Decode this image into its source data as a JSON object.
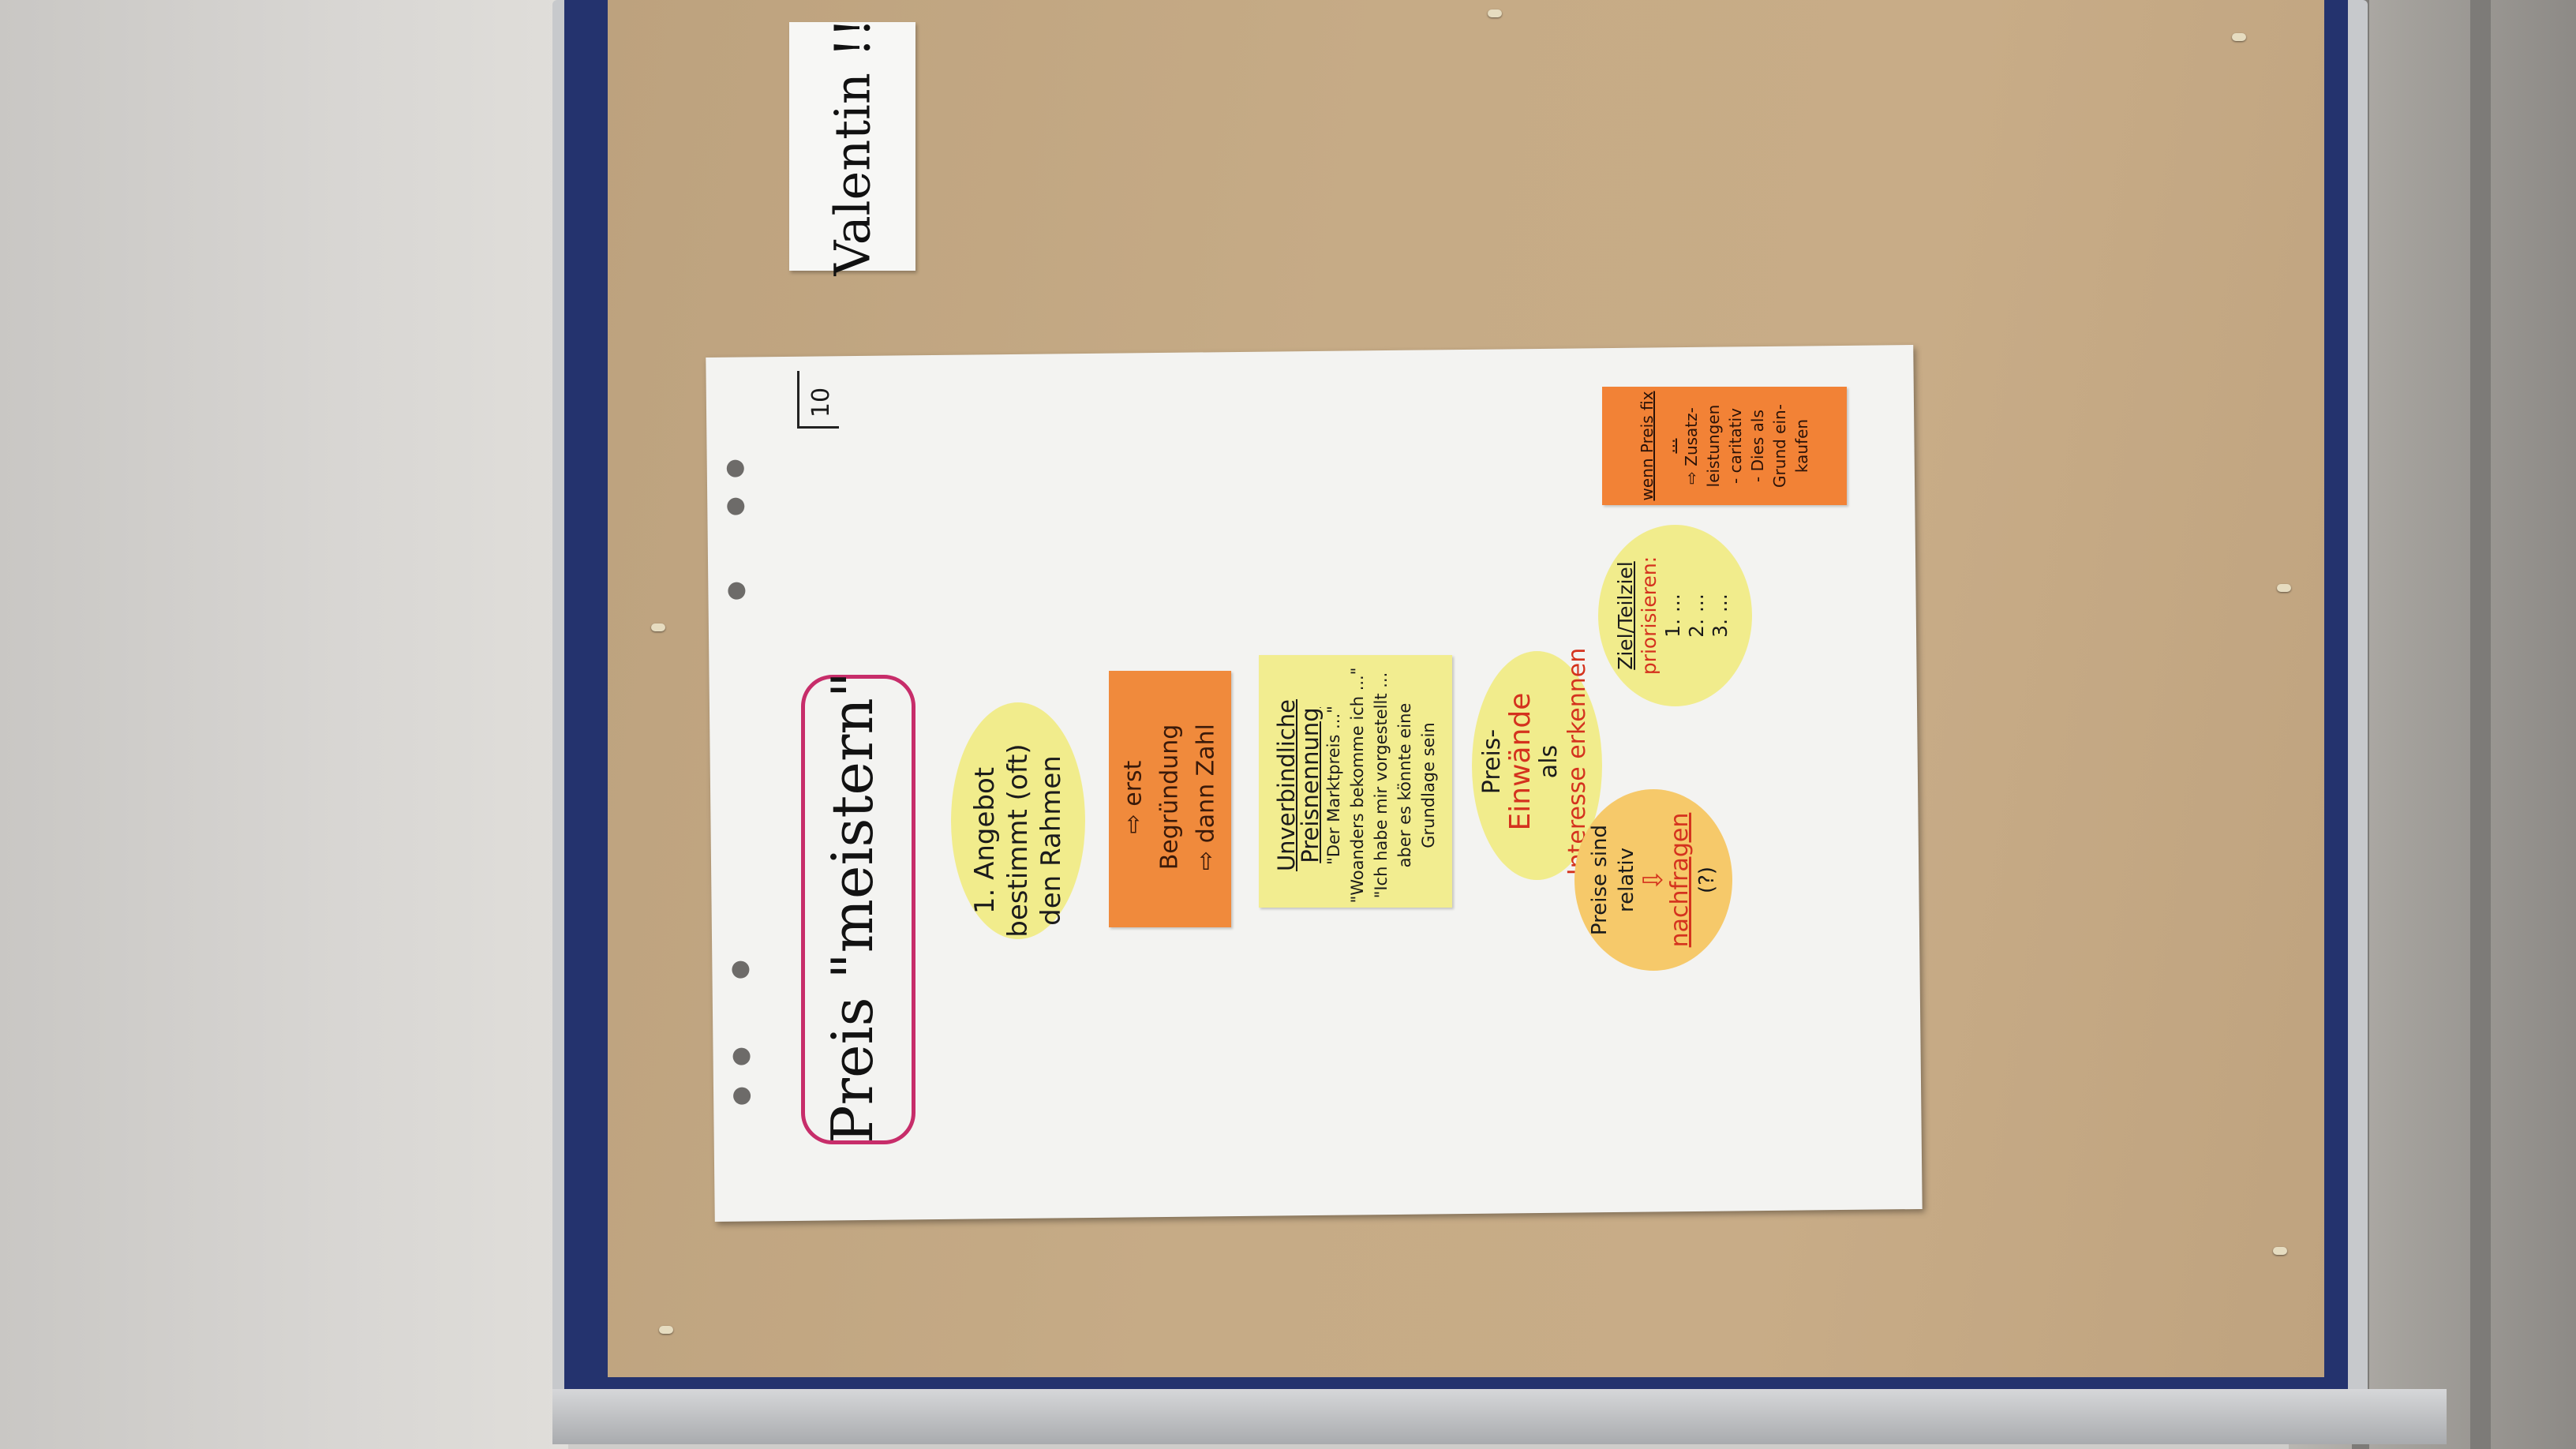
{
  "namecard": {
    "text": "Valentin !!"
  },
  "flipchart": {
    "page_number": "10",
    "title": "Preis \"meistern\"",
    "cards": {
      "angebot": {
        "text": "1. Angebot bestimmt (oft) den Rahmen"
      },
      "begruendung": {
        "line1": "⇨ erst Begründung",
        "line2": "⇨ dann Zahl"
      },
      "preisnennung": {
        "heading": "Unverbindliche Preisnennung",
        "line1": "\"Der Marktpreis ...\"",
        "line2": "\"Woanders bekomme ich ...\"",
        "line3": "\"Ich habe mir vorgestellt ... aber es könnte eine Grundlage sein"
      },
      "einwaende": {
        "line1": "Preis-",
        "line2": "Einwände",
        "line3": "als",
        "line4": "Interesse erkennen"
      },
      "relativ": {
        "line1": "Preise sind relativ",
        "line2": "⇩",
        "line3": "nachfragen",
        "line4": "(?)"
      },
      "ziel": {
        "line1": "Ziel/Teilziel",
        "line2": "priorisieren:",
        "line3": "1. ...",
        "line4": "2. ...",
        "line5": "3. ..."
      },
      "preis_fix": {
        "line1": "wenn Preis fix ...",
        "line2": "⇨ Zusatz-leistungen",
        "line3": "- caritativ",
        "line4": "- Dies als Grund ein-kaufen"
      }
    }
  },
  "colors": {
    "kraft_paper": "#c6ab86",
    "board_blue": "#24336e",
    "yellow_note": "#f1ec8c",
    "orange_note": "#f08a3c",
    "title_outline": "#c72d6a",
    "accent_red": "#d4321e"
  }
}
